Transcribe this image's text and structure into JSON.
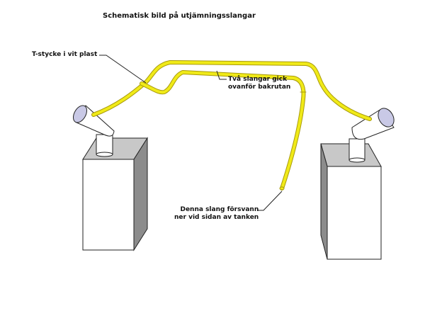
{
  "title": "Schematisk bild på utjämningsslangar",
  "labels": {
    "tee": "T-stycke i vit plast",
    "hoses_line1": "Två slangar gick",
    "hoses_line2": "ovanför bakrutan",
    "down_line1": "Denna slang försvann",
    "down_line2": "ner vid sidan av tanken"
  },
  "colors": {
    "hose": "#f0ea18",
    "hose_edge": "#b9a70e",
    "box_front": "#ffffff",
    "box_side": "#8c8c8c",
    "box_top": "#c8c8c8",
    "outline": "#222222",
    "pipe_end": "#c9c9e6"
  }
}
